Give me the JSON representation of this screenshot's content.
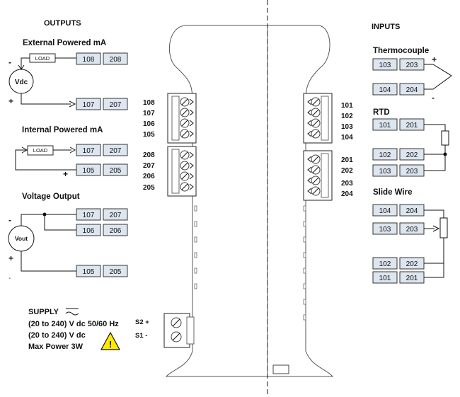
{
  "outputs": {
    "heading": "OUTPUTS",
    "external": {
      "title": "External Powered mA",
      "source": "Vdc",
      "load": "LOAD",
      "minus": "-",
      "plus": "+",
      "top_terms": [
        "108",
        "208"
      ],
      "bottom_terms": [
        "107",
        "207"
      ]
    },
    "internal": {
      "title": "Internal Powered mA",
      "load": "LOAD",
      "plus": "+",
      "top_terms": [
        "107",
        "207"
      ],
      "bottom_terms": [
        "105",
        "205"
      ]
    },
    "voltage": {
      "title": "Voltage Output",
      "source": "Vout",
      "minus": "-",
      "plus": "+",
      "tick": "`",
      "row1_terms": [
        "107",
        "207"
      ],
      "row2_terms": [
        "106",
        "206"
      ],
      "row3_terms": [
        "105",
        "205"
      ]
    }
  },
  "device": {
    "left_upper_labels": [
      "108",
      "107",
      "106",
      "105"
    ],
    "left_lower_labels": [
      "208",
      "207",
      "206",
      "205"
    ],
    "right_upper_labels": [
      "101",
      "102",
      "103",
      "104"
    ],
    "right_lower_labels": [
      "201",
      "202",
      "203",
      "204"
    ]
  },
  "supply": {
    "title": "SUPPLY",
    "line1": "(20 to 240) V dc 50/60 Hz",
    "line2": "(20 to 240) V dc",
    "line3": "Max Power 3W",
    "s2": "S2 +",
    "s1": "S1 -",
    "warning_mark": "!"
  },
  "inputs": {
    "heading": "INPUTS",
    "thermocouple": {
      "title": "Thermocouple",
      "plus": "+",
      "minus": "-",
      "row1_terms": [
        "103",
        "203"
      ],
      "row2_terms": [
        "104",
        "204"
      ]
    },
    "rtd": {
      "title": "RTD",
      "row1_terms": [
        "101",
        "201"
      ],
      "row2_terms": [
        "102",
        "202"
      ],
      "row3_terms": [
        "103",
        "203"
      ]
    },
    "slidewire": {
      "title": "Slide Wire",
      "row1_terms": [
        "104",
        "204"
      ],
      "row2_terms": [
        "103",
        "203"
      ],
      "row3_terms": [
        "102",
        "202"
      ],
      "row4_terms": [
        "101",
        "201"
      ]
    }
  },
  "colors": {
    "terminal_fill": "#dde5ee",
    "warning_fill": "#ffeb00",
    "line": "#111111"
  }
}
